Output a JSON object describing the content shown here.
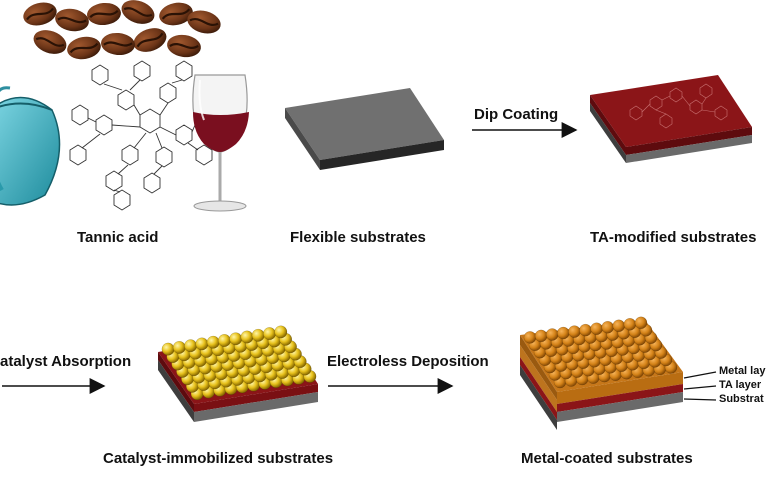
{
  "labels": {
    "tannic_acid": "Tannic acid",
    "flexible": "Flexible substrates",
    "ta_modified": "TA-modified substrates",
    "catalyst_immobilized": "Catalyst-immobilized substrates",
    "metal_coated": "Metal-coated substrates"
  },
  "steps": {
    "dip_coating": "Dip Coating",
    "catalyst_absorption": "atalyst Absorption",
    "electroless_deposition": "Electroless Deposition"
  },
  "layers": {
    "metal": "Metal lay",
    "ta": "TA layer",
    "substrate": "Substrat"
  },
  "colors": {
    "substrate_top": "#6e6e6e",
    "substrate_side": "#2a2a2a",
    "ta_layer": "#8b1518",
    "gold": "#e8c21c",
    "copper": "#cc7a18",
    "teapot": "#3fb3c6",
    "wine": "#7a0f1f"
  }
}
